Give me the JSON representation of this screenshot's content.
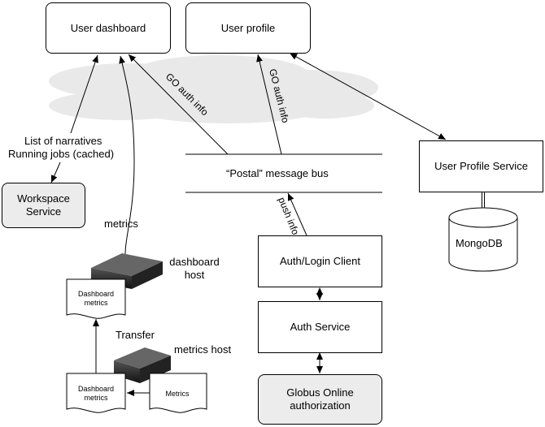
{
  "nodes": {
    "user_dashboard": "User dashboard",
    "user_profile": "User profile",
    "message_bus": "“Postal” message bus",
    "user_profile_service": "User Profile Service",
    "mongodb": "MongoDB",
    "workspace_service": "Workspace Service",
    "auth_login_client": "Auth/Login Client",
    "auth_service": "Auth Service",
    "globus": "Globus Online authorization",
    "dashboard_host": "dashboard host",
    "metrics_host": "metrics host",
    "dashboard_metrics_top": "Dashboard metrics",
    "dashboard_metrics_bottom": "Dashboard metrics",
    "metrics_doc": "Metrics"
  },
  "edges": {
    "go_auth_info_left": "GO auth info",
    "go_auth_info_right": "GO auth info",
    "list_of_narratives": "List of narratives",
    "running_jobs": "Running jobs (cached)",
    "metrics": "metrics",
    "push_info": "push info",
    "transfer": "Transfer"
  }
}
